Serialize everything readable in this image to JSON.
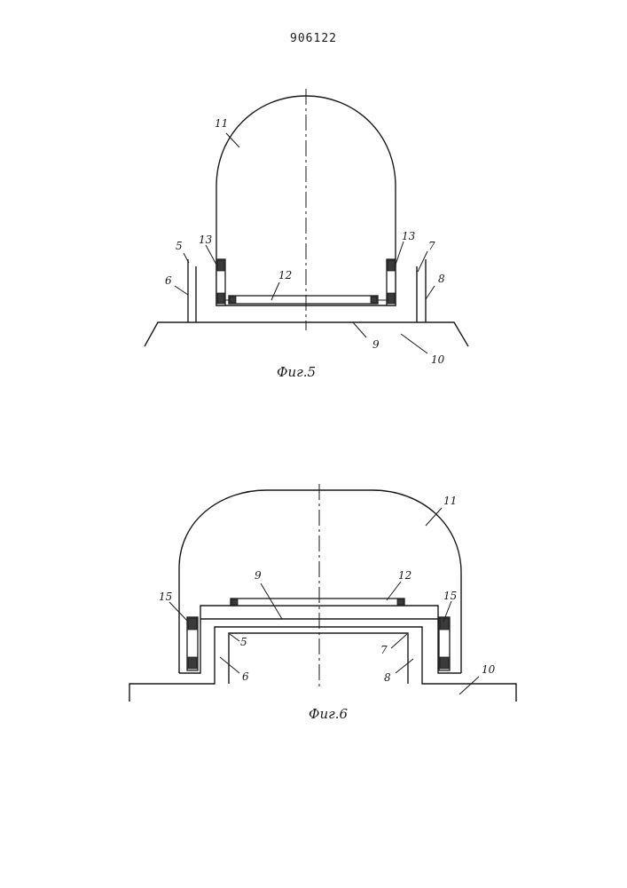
{
  "patent_number": "906122",
  "figures": [
    {
      "id": "fig5",
      "caption": "Фиг.5",
      "labels": {
        "l11": "11",
        "l12": "12",
        "l13a": "13",
        "l13b": "13",
        "l5": "5",
        "l6": "6",
        "l7": "7",
        "l8": "8",
        "l9": "9",
        "l10": "10"
      }
    },
    {
      "id": "fig6",
      "caption": "Фиг.6",
      "labels": {
        "l11": "11",
        "l12": "12",
        "l15a": "15",
        "l15b": "15",
        "l5": "5",
        "l6": "6",
        "l7": "7",
        "l8": "8",
        "l9": "9",
        "l10": "10"
      }
    }
  ]
}
